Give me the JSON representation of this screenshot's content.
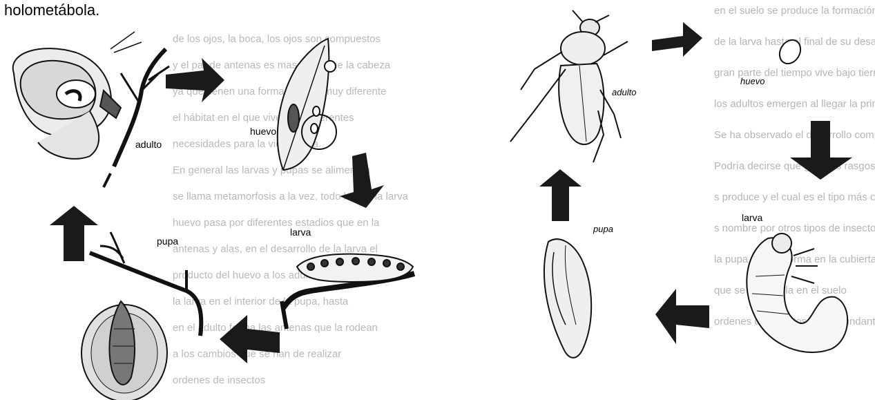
{
  "heading": "holometábola.",
  "left_cycle": {
    "stages": {
      "adult": "adulto",
      "egg": "huevo",
      "larva": "larva",
      "pupa": "pupa"
    },
    "background_text": [
      "de los ojos, la boca, los ojos son compuestos",
      "y el par de antenas es mas largo que la cabeza",
      "ya que tienen una forma de vida muy diferente",
      "el hábitat en el que vive y las diferentes",
      "necesidades para la vida adulta.",
      "En general las larvas y pupas se alimentan",
      "se llama metamorfosis a la vez, todo lo que la larva",
      "huevo pasa por diferentes estadios que en la",
      "antenas y alas, en el desarrollo de la larva el",
      "producto del huevo a los adultos",
      "la larva en el interior de la pupa, hasta",
      "en el adulto forma las antenas que la rodean",
      "a los cambios que se han de realizar",
      "ordenes de insectos"
    ]
  },
  "right_cycle": {
    "stages": {
      "adult": "adulto",
      "egg": "huevo",
      "larva": "larva",
      "pupa": "pupa"
    },
    "background_text": [
      "en el suelo se produce la formación de la pupa",
      "de la larva hasta el final de su desarrollo",
      "gran parte del tiempo vive bajo tierra",
      "los adultos emergen al llegar la primavera",
      "Se ha observado el desarrollo completo en el",
      "Podría decirse que grandes rasgos lo que la",
      "s produce y el cual es el tipo más común",
      "s nombre por otros tipos de insectos que",
      "la pupa que se forma en la cubierta",
      "que se desarrolla en el suelo",
      "ordenes de insectos más abundantes"
    ]
  }
}
